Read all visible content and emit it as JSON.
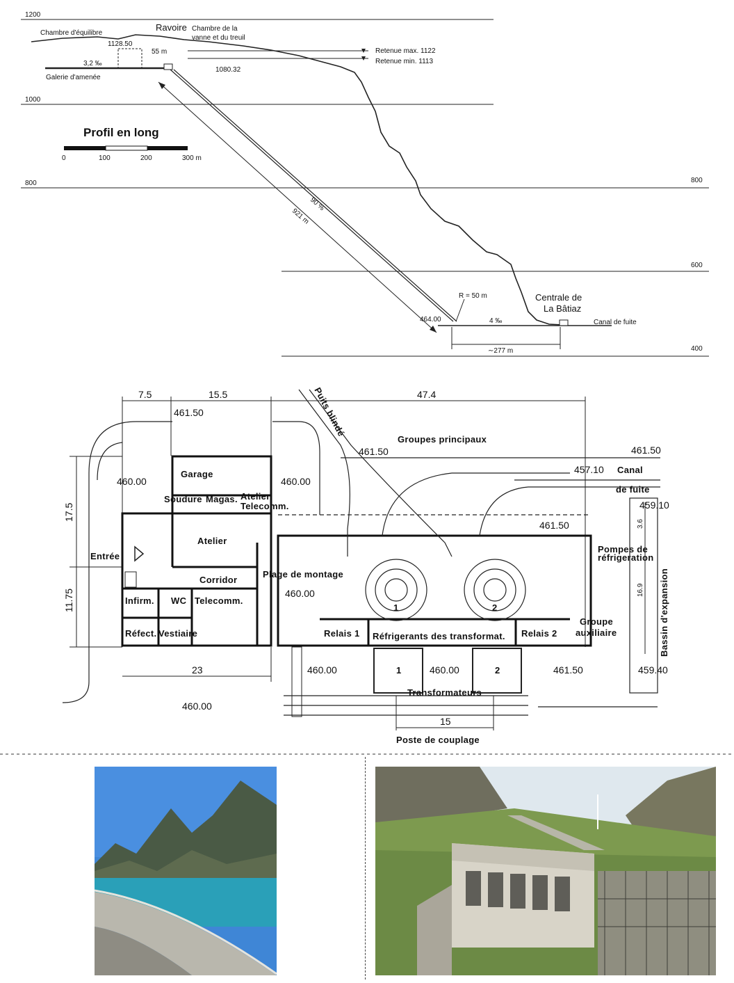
{
  "profile": {
    "title": "Profil en long",
    "elevations": {
      "e1200": "1200",
      "e1000": "1000",
      "e800_left": "800",
      "e800_right": "800",
      "e600": "600",
      "e400": "400"
    },
    "labels": {
      "chambre_equilibre": "Chambre d'équilibre",
      "ravoire": "Ravoire",
      "chambre_vanne_1": "Chambre de la",
      "chambre_vanne_2": "vanne et du treuil",
      "elev_1128": "1128.50",
      "dist_55": "55 m",
      "slope_32": "3,2 ‰",
      "galerie": "Galerie d'amenée",
      "elev_1080": "1080.32",
      "retenue_max": "Retenue max. 1122",
      "retenue_min": "Retenue min. 1113",
      "pct_90": "90 %",
      "length_921": "921 m",
      "radius": "R = 50 m",
      "elev_464": "464.00",
      "slope_4": "4 ‰",
      "centrale_1": "Centrale de",
      "centrale_2": "La Bâtiaz",
      "canal_fuite": "Canal de fuite",
      "dist_277": "∼277 m"
    },
    "scale": {
      "t0": "0",
      "t100": "100",
      "t200": "200",
      "t300": "300 m"
    }
  },
  "plan": {
    "dims": {
      "d7_5": "7.5",
      "d15_5": "15.5",
      "d47_4": "47.4",
      "d17_5": "17.5",
      "d11_75": "11.75",
      "d23": "23",
      "d15": "15",
      "d3_6": "3.6",
      "d16_9": "16.9"
    },
    "elevations": {
      "e46150_a": "461.50",
      "e46000_a": "460.00",
      "e46000_b": "460.00",
      "e46150_b": "461.50",
      "e46150_c": "461.50",
      "e45710": "457.10",
      "e45910": "459.10",
      "e46150_d": "461.50",
      "e46000_c": "460.00",
      "e46000_d": "460.00",
      "e46000_e": "460.00",
      "e46150_e": "461.50",
      "e45940": "459.40",
      "e46000_f": "460.00"
    },
    "rooms": {
      "garage": "Garage",
      "soudure": "Soudure",
      "magas": "Magas.",
      "atelier_tel_1": "Atelier",
      "atelier_tel_2": "Telecomm.",
      "atelier": "Atelier",
      "entree": "Entrée",
      "corridor": "Corridor",
      "plage": "Plage de montage",
      "infirm": "Infirm.",
      "wc": "WC",
      "telecomm": "Telecomm.",
      "refect": "Réfect.",
      "vestiaire": "Vestiaire",
      "relais1": "Relais 1",
      "refrigerants": "Réfrigerants des transformat.",
      "relais2": "Relais 2",
      "transformateurs": "Transformateurs",
      "poste": "Poste de couplage",
      "puits": "Puits blindé",
      "groupes": "Groupes principaux",
      "canal_1": "Canal",
      "canal_2": "de fuite",
      "pompes_1": "Pompes de",
      "pompes_2": "réfrigeration",
      "groupe_aux_1": "Groupe",
      "groupe_aux_2": "auxiliaire",
      "bassin": "Bassin d'expansion",
      "u1": "1",
      "u2": "2",
      "t1": "1",
      "t2": "2"
    }
  },
  "photos": [
    {
      "name": "dam-photo",
      "colors": {
        "sky": "#3f86d6",
        "lake": "#2aa0b8",
        "dam": "#b9b7ad",
        "mountain": "#4a5a45"
      }
    },
    {
      "name": "power-station-photo",
      "colors": {
        "sky": "#dfe8ee",
        "valley": "#7d9a4f",
        "building": "#d8d4c8",
        "mountain": "#6f6e5e"
      }
    }
  ]
}
